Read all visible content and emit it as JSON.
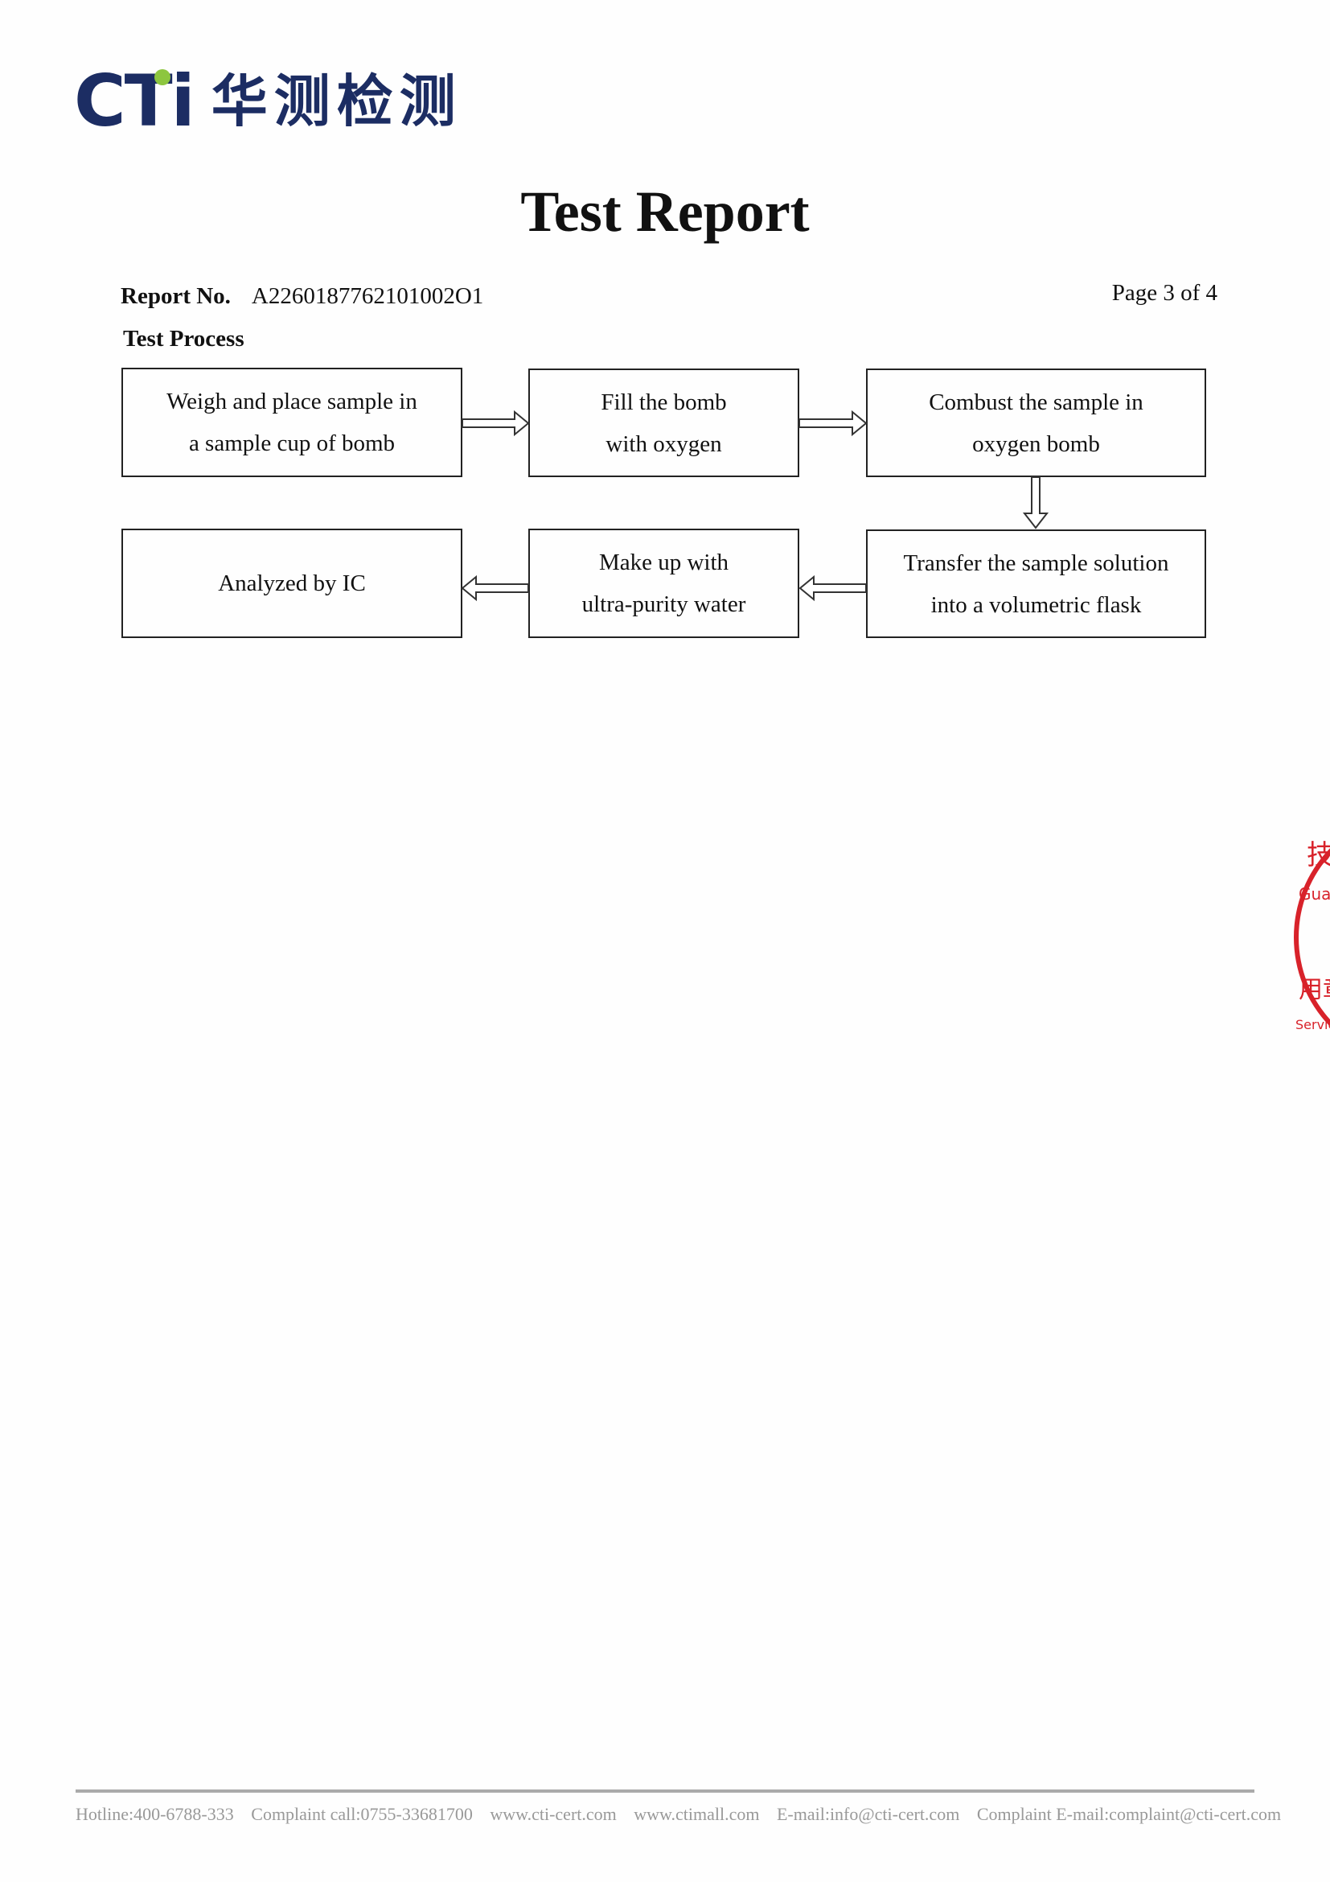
{
  "logo": {
    "brand": "CTi",
    "chinese": "华测检测"
  },
  "title": "Test Report",
  "report_no_label": "Report No.",
  "report_no": "A2260187762101002O1",
  "page": "Page 3 of 4",
  "section": "Test Process",
  "flow": {
    "step1": [
      "Weigh and place sample in",
      "a sample cup of bomb"
    ],
    "step2": [
      "Fill the bomb",
      "with oxygen"
    ],
    "step3": [
      "Combust the sample in",
      "oxygen bomb"
    ],
    "step4": [
      "Transfer the sample solution",
      "into a volumetric flask"
    ],
    "step5": [
      "Make up with",
      "ultra-purity water"
    ],
    "step6": [
      "Analyzed by IC"
    ]
  },
  "stamp": {
    "cn1": "技",
    "en1": "Guang",
    "cn2": "用章",
    "en2": "Services"
  },
  "footer": [
    "Hotline:400-6788-333",
    "Complaint call:0755-33681700",
    "www.cti-cert.com",
    "www.ctimall.com",
    "E-mail:info@cti-cert.com",
    "Complaint E-mail:complaint@cti-cert.com"
  ]
}
